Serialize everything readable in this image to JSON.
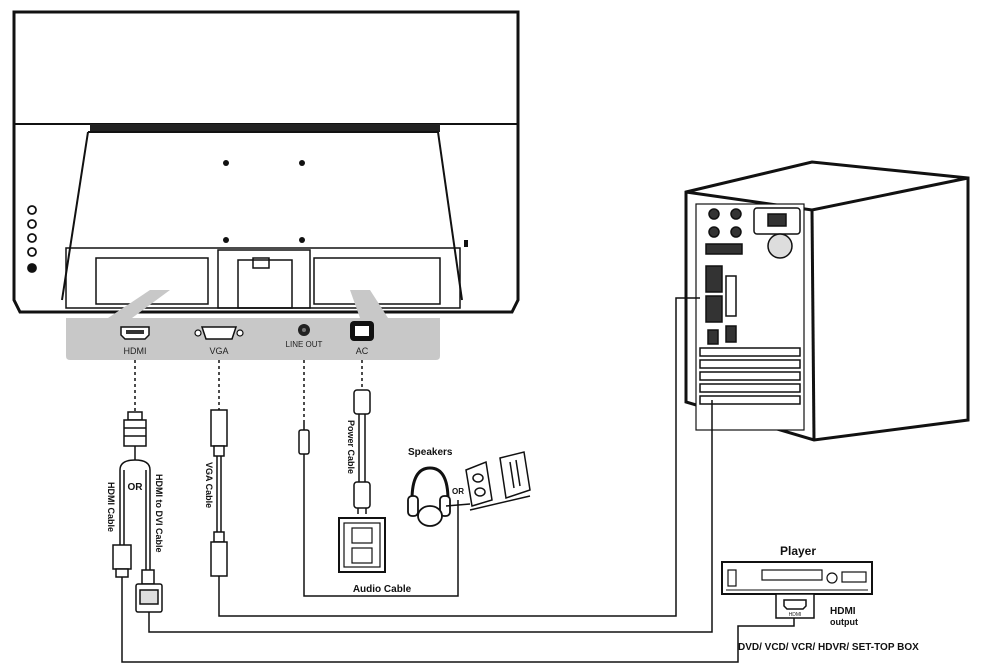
{
  "ports": {
    "hdmi": "HDMI",
    "vga": "VGA",
    "line_out": "LINE OUT",
    "ac": "AC"
  },
  "cables": {
    "hdmi_cable": "HDMI Cable",
    "hdmi_dvi_cable": "HDMI to DVI Cable",
    "or": "OR",
    "vga_cable": "VGA Cable",
    "power_cable": "Power Cable",
    "audio_cable": "Audio Cable"
  },
  "devices": {
    "speakers": "Speakers",
    "headphone_or": "OR",
    "player": "Player",
    "hdmi_output": "HDMI",
    "hdmi_output_sub": "output",
    "player_types": "DVD/ VCD/ VCR/ HDVR/ SET-TOP BOX",
    "player_hdmi_port": "HDMI"
  },
  "colors": {
    "line": "#111111",
    "port_panel": "#c8c8c8",
    "background": "#ffffff"
  }
}
